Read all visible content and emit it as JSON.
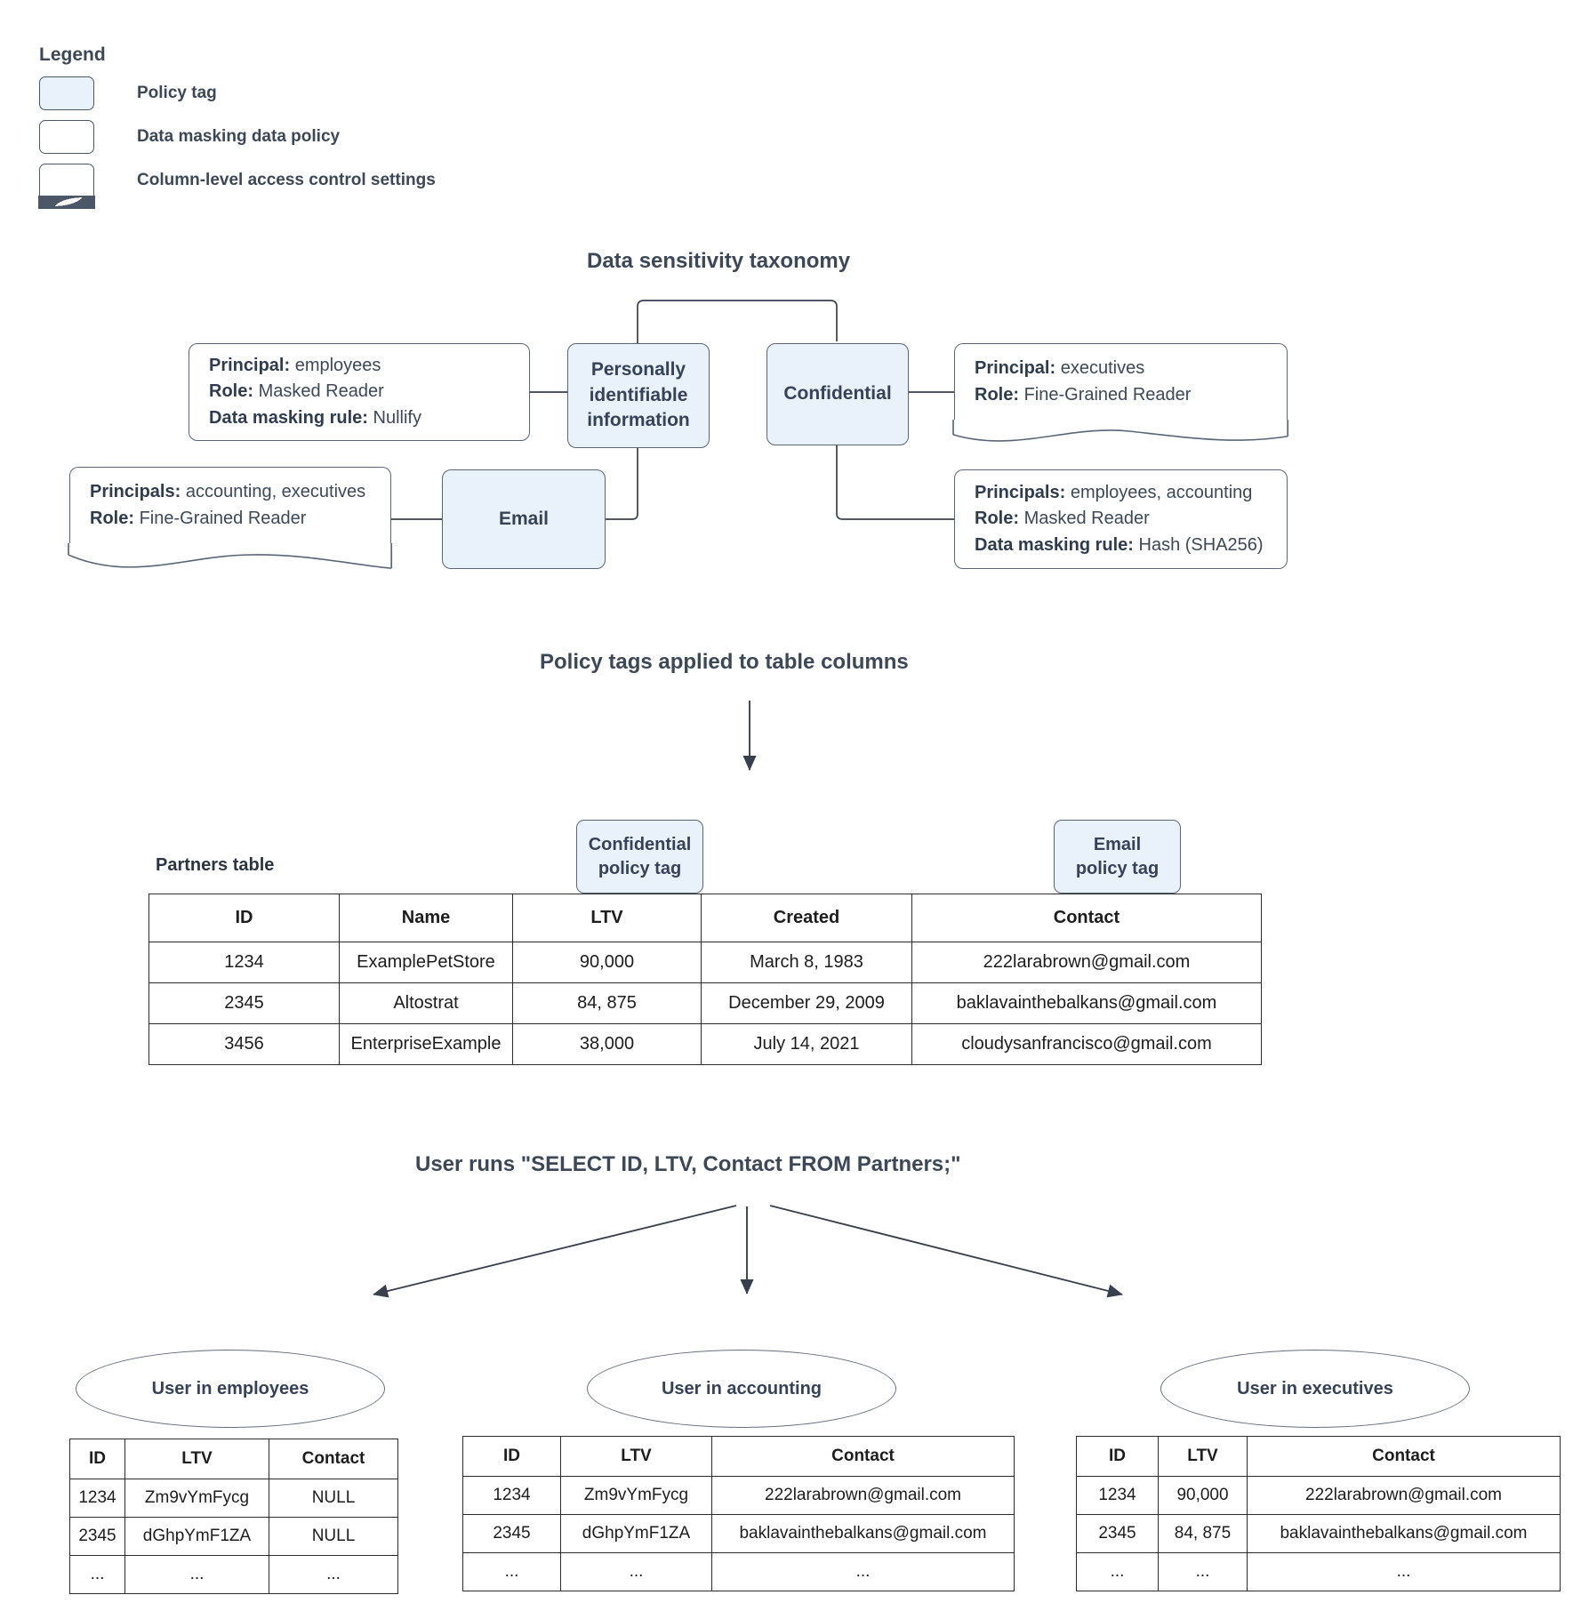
{
  "legend": {
    "title": "Legend",
    "items": [
      {
        "label": "Policy tag",
        "swatch": "policy-tag"
      },
      {
        "label": "Data masking data policy",
        "swatch": "data-masking-policy"
      },
      {
        "label": "Column-level access control settings",
        "swatch": "column-level-access"
      }
    ]
  },
  "sections": {
    "taxonomy_title": "Data sensitivity taxonomy",
    "applied_title": "Policy tags applied to table columns",
    "query_title": "User runs \"SELECT ID, LTV, Contact FROM Partners;\""
  },
  "taxonomy": {
    "tags": {
      "pii": "Personally identifiable information",
      "confidential": "Confidential",
      "email": "Email"
    },
    "policies": {
      "pii_masking": {
        "principal_label": "Principal:",
        "principal_value": "employees",
        "role_label": "Role",
        "role_value": "Masked Reader",
        "rule_label": "Data masking rule:",
        "rule_value": "Nullify"
      },
      "email_access": {
        "principal_label": "Principals:",
        "principal_value": "accounting, executives",
        "role_label": "Role",
        "role_value": "Fine-Grained Reader"
      },
      "confidential_access": {
        "principal_label": "Principal:",
        "principal_value": "executives",
        "role_label": "Role",
        "role_value": "Fine-Grained Reader"
      },
      "confidential_masking": {
        "principal_label": "Principals:",
        "principal_value": "employees, accounting",
        "role_label": "Role",
        "role_value": "Masked Reader",
        "rule_label": "Data masking rule:",
        "rule_value": "Hash (SHA256)"
      }
    }
  },
  "partners": {
    "caption": "Partners table",
    "column_tags": [
      {
        "line1": "Confidential",
        "line2": "policy tag"
      },
      {
        "line1": "Email",
        "line2": "policy tag"
      }
    ],
    "headers": [
      "ID",
      "Name",
      "LTV",
      "Created",
      "Contact"
    ],
    "rows": [
      [
        "1234",
        "ExamplePetStore",
        "90,000",
        "March 8, 1983",
        "222larabrown@gmail.com"
      ],
      [
        "2345",
        "Altostrat",
        "84, 875",
        "December 29, 2009",
        "baklavainthebalkans@gmail.com"
      ],
      [
        "3456",
        "EnterpriseExample",
        "38,000",
        "July 14, 2021",
        "cloudysanfrancisco@gmail.com"
      ]
    ]
  },
  "results": [
    {
      "role": "User in employees",
      "headers": [
        "ID",
        "LTV",
        "Contact"
      ],
      "rows": [
        [
          "1234",
          "Zm9vYmFycg",
          "NULL"
        ],
        [
          "2345",
          "dGhpYmF1ZA",
          "NULL"
        ],
        [
          "...",
          "...",
          "..."
        ]
      ]
    },
    {
      "role": "User in accounting",
      "headers": [
        "ID",
        "LTV",
        "Contact"
      ],
      "rows": [
        [
          "1234",
          "Zm9vYmFycg",
          "222larabrown@gmail.com"
        ],
        [
          "2345",
          "dGhpYmF1ZA",
          "baklavainthebalkans@gmail.com"
        ],
        [
          "...",
          "...",
          "..."
        ]
      ]
    },
    {
      "role": "User in executives",
      "headers": [
        "ID",
        "LTV",
        "Contact"
      ],
      "rows": [
        [
          "1234",
          "90,000",
          "222larabrown@gmail.com"
        ],
        [
          "2345",
          "84, 875",
          "baklavainthebalkans@gmail.com"
        ],
        [
          "...",
          "...",
          "..."
        ]
      ]
    }
  ],
  "colors": {
    "policy_tag_fill": "#e9f1fb",
    "node_border": "#5a6678",
    "text": "#3c4858",
    "table_border": "#2b2b2b"
  }
}
